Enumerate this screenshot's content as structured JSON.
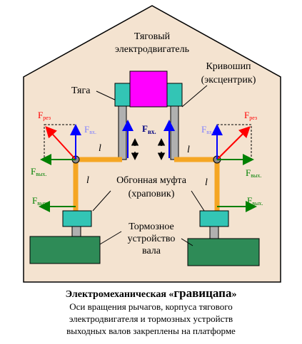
{
  "diagram": {
    "motor_label_1": "Тяговый",
    "motor_label_2": "электродвигатель",
    "crank_label_1": "Кривошип",
    "crank_label_2": "(эксцентрик)",
    "rod_label": "Тяга",
    "fvx_center": "F",
    "fvx_center_sub": "вх.",
    "left_fres": "F",
    "left_fres_sub": "рез",
    "left_fvx": "F",
    "left_fvx_sub": "вх.",
    "right_fres": "F",
    "right_fres_sub": "рез",
    "right_fvx": "F",
    "right_fvx_sub": "вх.",
    "left_fvykh_top": "F",
    "left_fvykh_top_sub": "вых.",
    "left_fvykh_bottom": "F",
    "left_fvykh_bottom_sub": "вых.",
    "right_fvykh_top": "F",
    "right_fvykh_top_sub": "вых.",
    "right_fvykh_bottom": "F",
    "right_fvykh_bottom_sub": "вых.",
    "l_symbol": "l",
    "clutch_label_1": "Обгонная муфта",
    "clutch_label_2": "(храповик)",
    "brake_label_1": "Тормозное",
    "brake_label_2": "устройство",
    "brake_label_3": "вала"
  },
  "caption": {
    "title_prefix": "Электромеханическая «",
    "title_word": "гравицапа",
    "title_suffix": "»",
    "line1": "Оси вращения рычагов, корпуса тягового",
    "line2": "электродвигателя и тормозных устройств",
    "line3": "выходных валов закреплены на платформе"
  },
  "colors": {
    "house_bg": "#f4e3d0",
    "motor": "#ff00ff",
    "lever": "#f5a623",
    "force_red": "#ff0000",
    "force_blue": "#0000ff",
    "force_green": "#007a00",
    "teal": "#33c5b5",
    "brake": "#2e8b57",
    "rod_grey": "#b0b0b0"
  }
}
